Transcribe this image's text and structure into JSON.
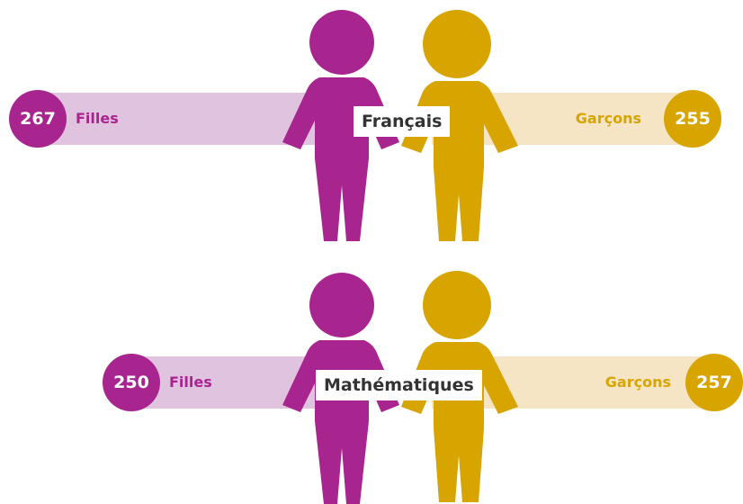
{
  "colors": {
    "girls": "#A8258F",
    "girls_bar": "#E0C3DE",
    "boys": "#D7A400",
    "boys_bar": "#F5E5C5"
  },
  "chart_data": {
    "type": "bar",
    "categories": [
      "Français",
      "Mathématiques"
    ],
    "series": [
      {
        "name": "Filles",
        "values": [
          267,
          250
        ]
      },
      {
        "name": "Garçons",
        "values": [
          255,
          257
        ]
      }
    ]
  },
  "rows": [
    {
      "subject": "Français",
      "girls_label": "Filles",
      "girls_value": "267",
      "boys_label": "Garçons",
      "boys_value": "255"
    },
    {
      "subject": "Mathématiques",
      "girls_label": "Filles",
      "girls_value": "250",
      "boys_label": "Garçons",
      "boys_value": "257"
    }
  ]
}
